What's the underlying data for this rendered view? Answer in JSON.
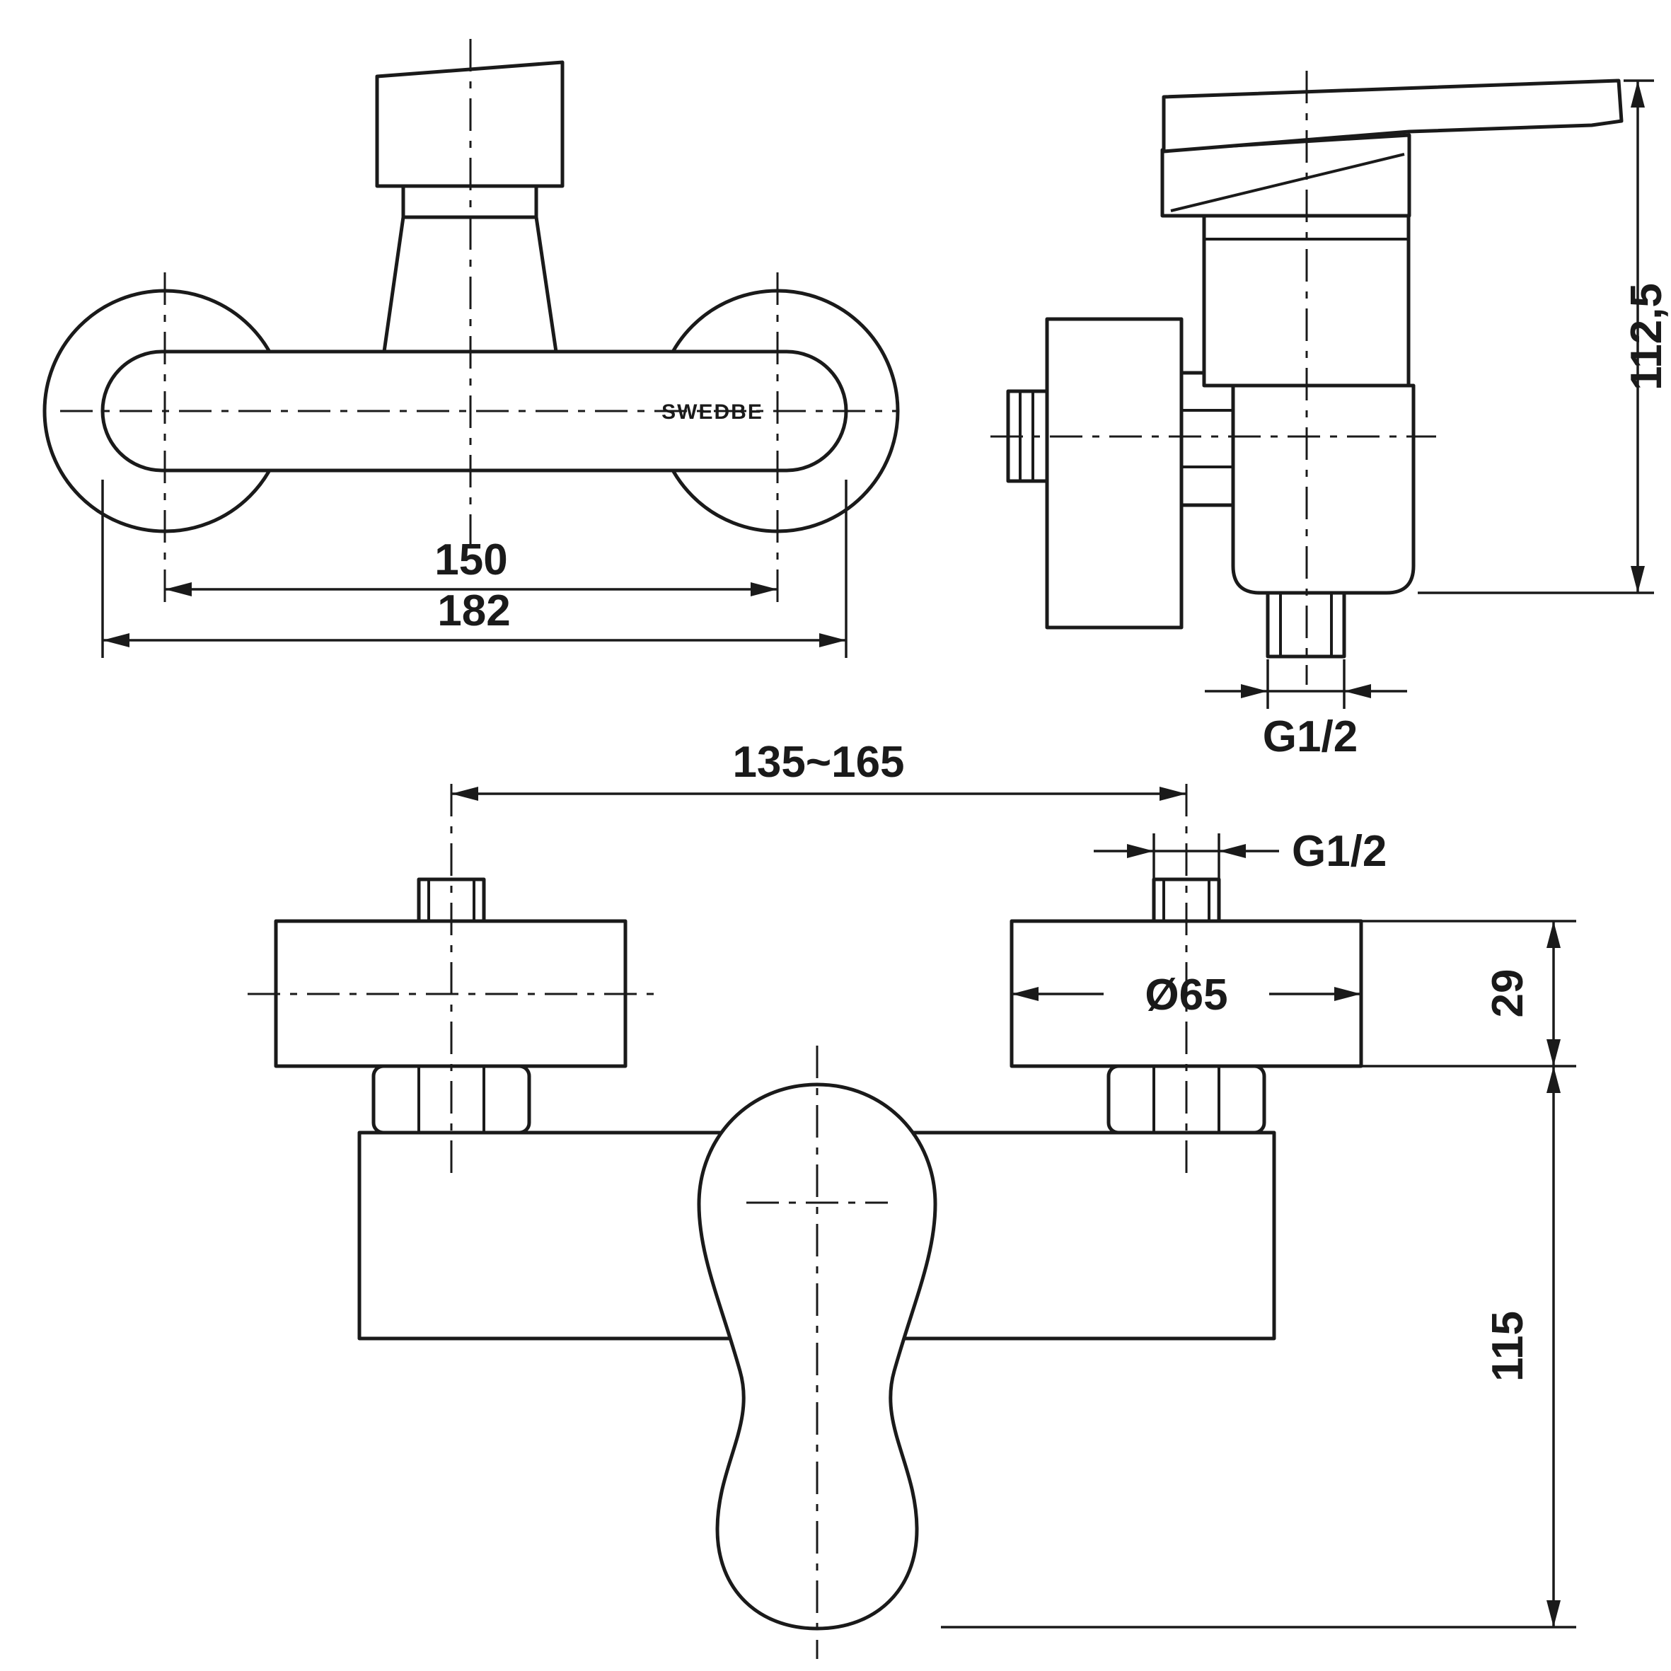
{
  "drawing": {
    "brand": "SWEDBE"
  },
  "dimensions": {
    "front_hole_spacing": "150",
    "front_overall_width": "182",
    "side_height": "112,5",
    "side_outlet_thread": "G1/2",
    "plan_connection_spacing": "135~165",
    "plan_inlet_thread": "G1/2",
    "plan_flange_diameter": "Ø65",
    "plan_flange_depth": "29",
    "plan_body_height": "115"
  }
}
